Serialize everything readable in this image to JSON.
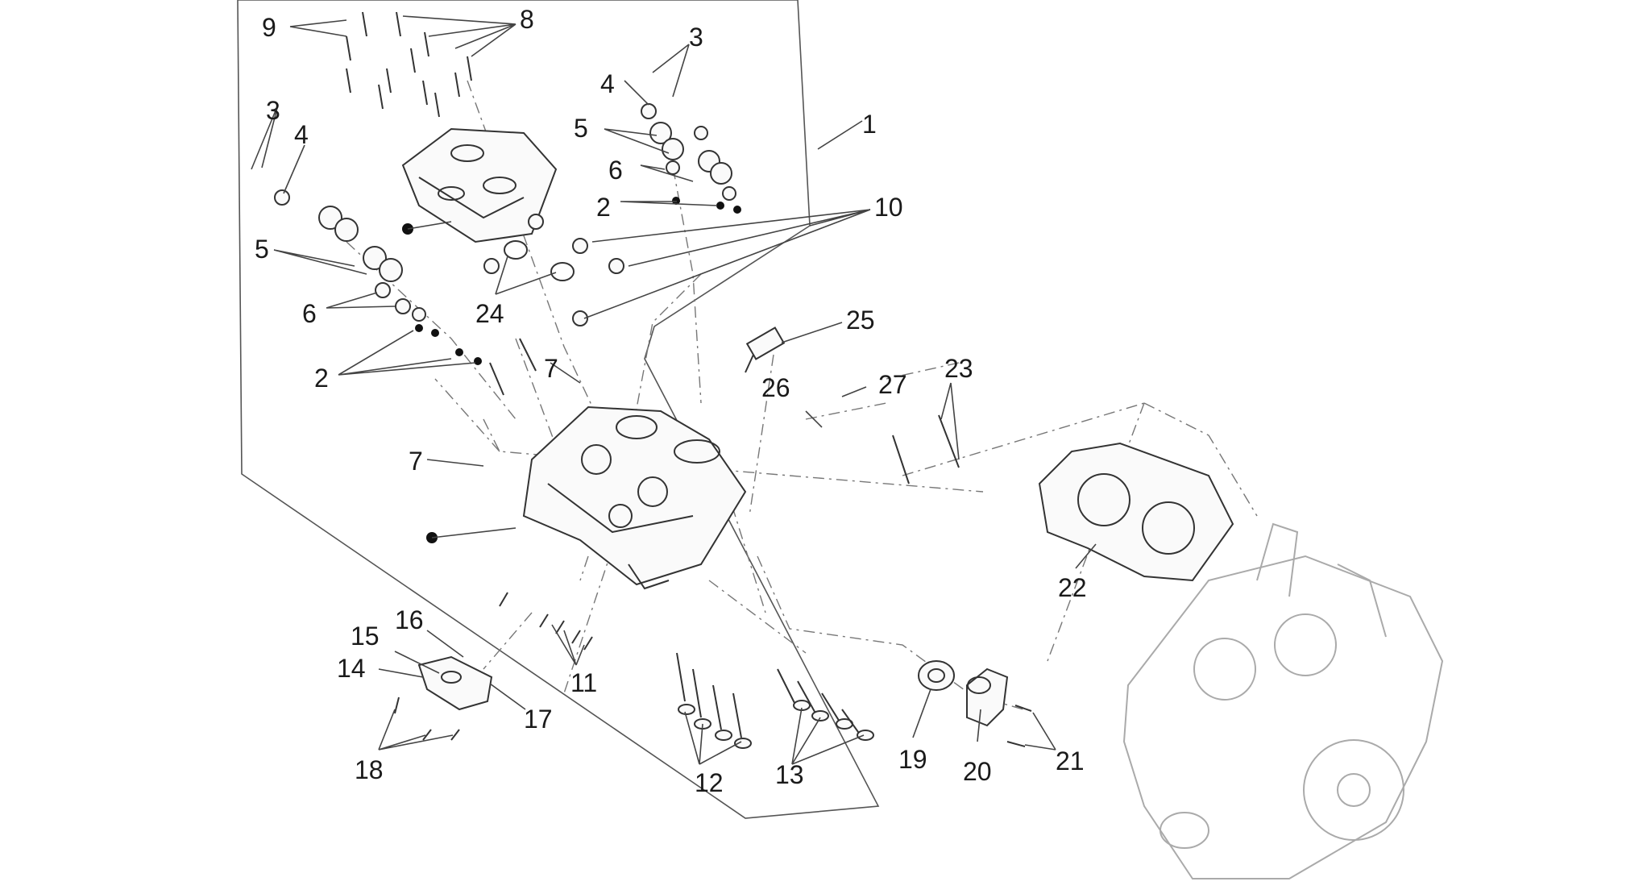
{
  "diagram": {
    "callouts": [
      {
        "id": "c9",
        "text": "9"
      },
      {
        "id": "c8",
        "text": "8"
      },
      {
        "id": "c3a",
        "text": "3"
      },
      {
        "id": "c4a",
        "text": "4"
      },
      {
        "id": "c5a",
        "text": "5"
      },
      {
        "id": "c6a",
        "text": "6"
      },
      {
        "id": "c2a",
        "text": "2"
      },
      {
        "id": "c1",
        "text": "1"
      },
      {
        "id": "c10",
        "text": "10"
      },
      {
        "id": "c3b",
        "text": "3"
      },
      {
        "id": "c4b",
        "text": "4"
      },
      {
        "id": "c5b",
        "text": "5"
      },
      {
        "id": "c6b",
        "text": "6"
      },
      {
        "id": "c2b",
        "text": "2"
      },
      {
        "id": "c24",
        "text": "24"
      },
      {
        "id": "c25",
        "text": "25"
      },
      {
        "id": "c7a",
        "text": "7"
      },
      {
        "id": "c7b",
        "text": "7"
      },
      {
        "id": "c26",
        "text": "26"
      },
      {
        "id": "c27",
        "text": "27"
      },
      {
        "id": "c23",
        "text": "23"
      },
      {
        "id": "c22",
        "text": "22"
      },
      {
        "id": "c16",
        "text": "16"
      },
      {
        "id": "c15",
        "text": "15"
      },
      {
        "id": "c14",
        "text": "14"
      },
      {
        "id": "c17",
        "text": "17"
      },
      {
        "id": "c18",
        "text": "18"
      },
      {
        "id": "c11",
        "text": "11"
      },
      {
        "id": "c12",
        "text": "12"
      },
      {
        "id": "c13",
        "text": "13"
      },
      {
        "id": "c19",
        "text": "19"
      },
      {
        "id": "c20",
        "text": "20"
      },
      {
        "id": "c21",
        "text": "21"
      }
    ],
    "colors": {
      "ink": "#1a1a1a",
      "line": "#444444",
      "ghost": "#aaaaaa",
      "dot": "#111111"
    }
  }
}
